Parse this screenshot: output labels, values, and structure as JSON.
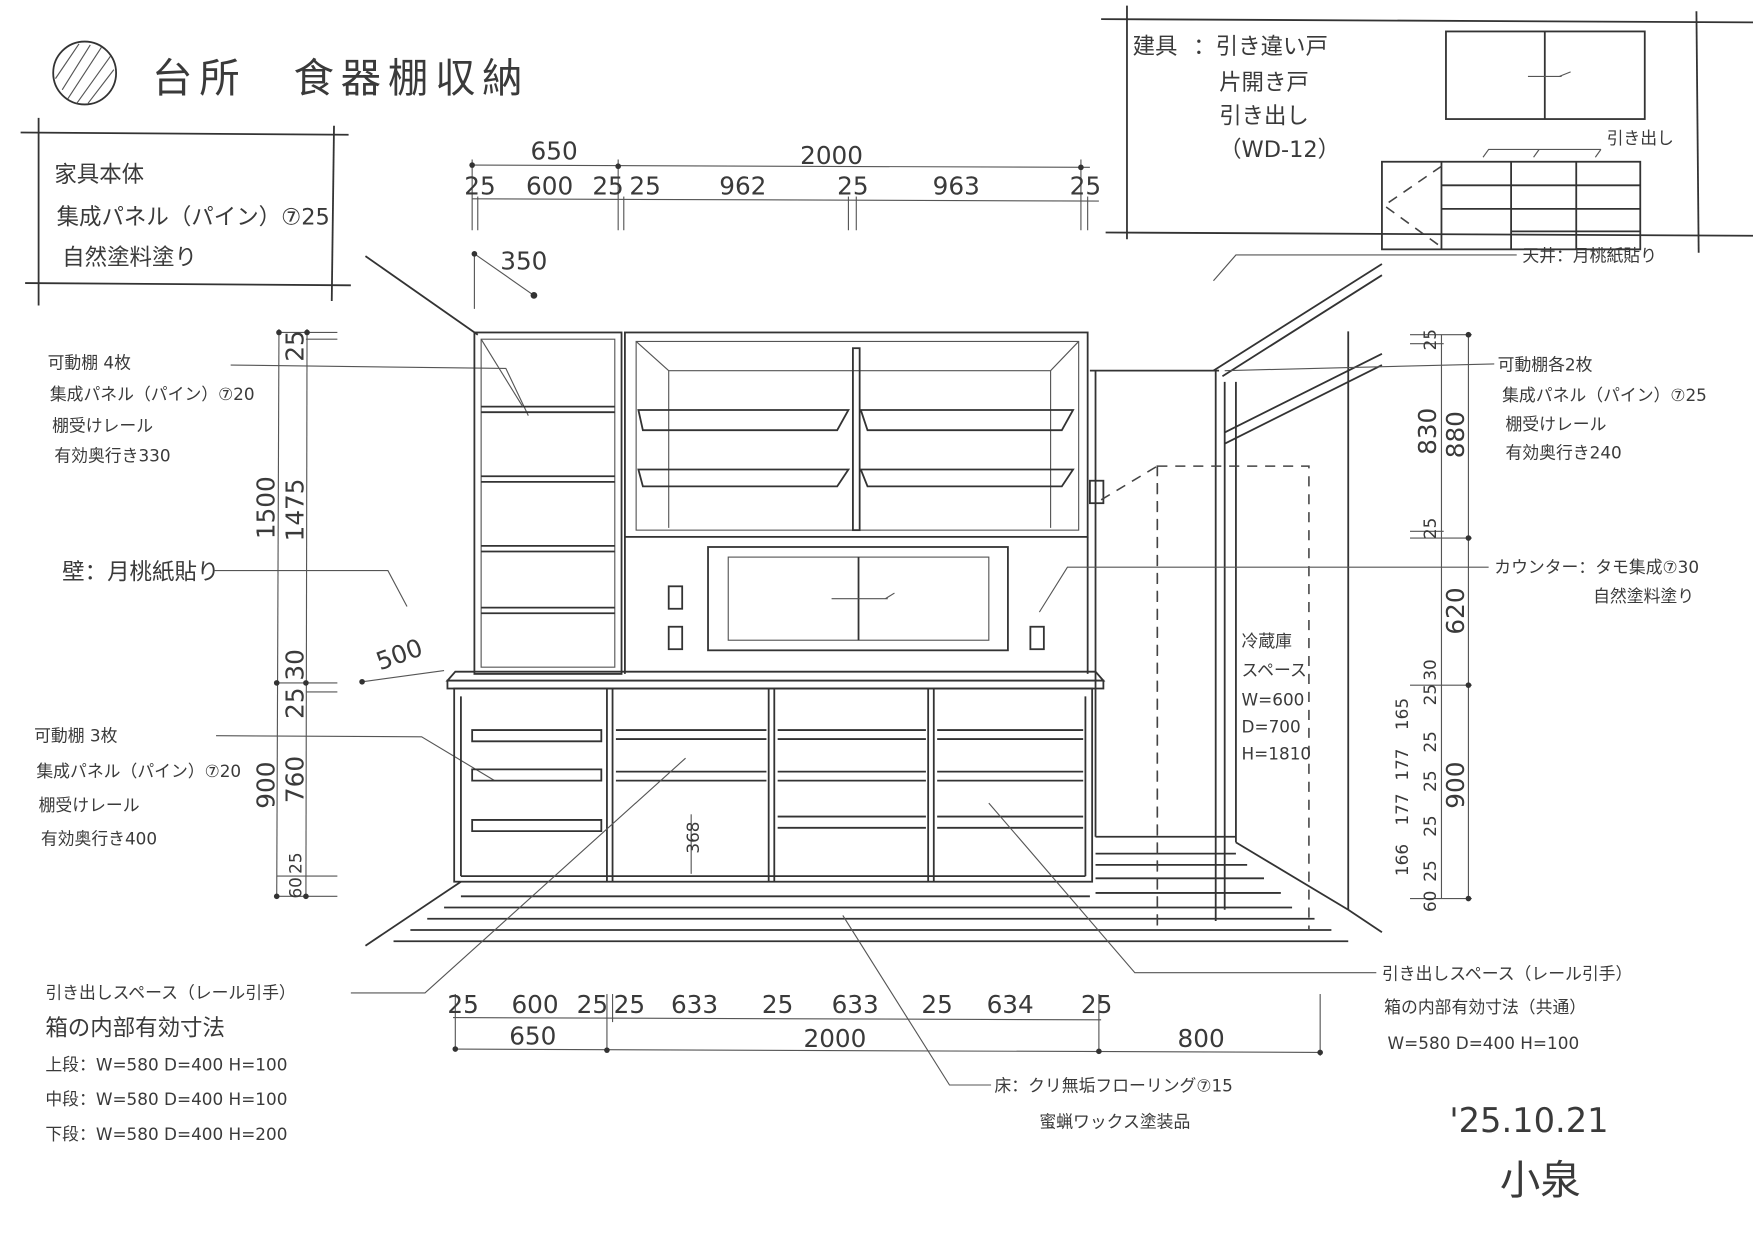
{
  "title": "台所　食器棚収納",
  "furniture_body": [
    "家具本体",
    "集成パネル（パイン）⑦25",
    "自然塗料塗り"
  ],
  "fittings": {
    "label": "建具",
    "items": [
      "：引き違い戸",
      "片開き戸",
      "引き出し",
      "（WD-12）"
    ],
    "drawer_label": "引き出し"
  },
  "ceiling": "天井：月桃紙貼り",
  "upper_left_shelves": [
    "可動棚 4枚",
    "集成パネル（パイン）⑦20",
    "棚受けレール",
    "有効奥行き330"
  ],
  "wall": "壁：月桃紙貼り",
  "lower_left_shelves": [
    "可動棚 3枚",
    "集成パネル（パイン）⑦20",
    "棚受けレール",
    "有効奥行き400"
  ],
  "upper_right_shelves": [
    "可動棚各2枚",
    "集成パネル（パイン）⑦25",
    "棚受けレール",
    "有効奥行き240"
  ],
  "counter": [
    "カウンター：タモ集成⑦30",
    "自然塗料塗り"
  ],
  "fridge": [
    "冷蔵庫",
    "スペース",
    "W=600",
    "D=700",
    "H=1810"
  ],
  "drawer_left": [
    "引き出しスペース（レール引手）",
    "箱の内部有効寸法",
    "上段：W=580 D=400 H=100",
    "中段：W=580 D=400 H=100",
    "下段：W=580 D=400 H=200"
  ],
  "drawer_right": [
    "引き出しスペース（レール引手）",
    "箱の内部有効寸法（共通）",
    "W=580 D=400 H=100"
  ],
  "floor": [
    "床：クリ無垢フローリング⑦15",
    "蜜蝋ワックス塗装品"
  ],
  "date": "'25.10.21",
  "author": "小泉",
  "dims": {
    "top_total_left": "650",
    "top_total_main": "2000",
    "top_parts": [
      "25",
      "600",
      "25",
      "25",
      "962",
      "25",
      "963",
      "25"
    ],
    "depth_upper": "350",
    "depth_counter": "500",
    "left_vertical": [
      "25",
      "1500",
      "1475",
      "30",
      "25",
      "900",
      "760",
      "60",
      "25"
    ],
    "inner_368": "368",
    "right_vertical": [
      "25",
      "830",
      "880",
      "25",
      "620",
      "30",
      "25",
      "165",
      "25",
      "177",
      "25",
      "177",
      "25",
      "166",
      "25",
      "60",
      "900"
    ],
    "bottom_parts": [
      "25",
      "600",
      "25",
      "25",
      "633",
      "25",
      "633",
      "25",
      "634",
      "25"
    ],
    "bottom_totals": [
      "650",
      "2000",
      "800"
    ]
  }
}
